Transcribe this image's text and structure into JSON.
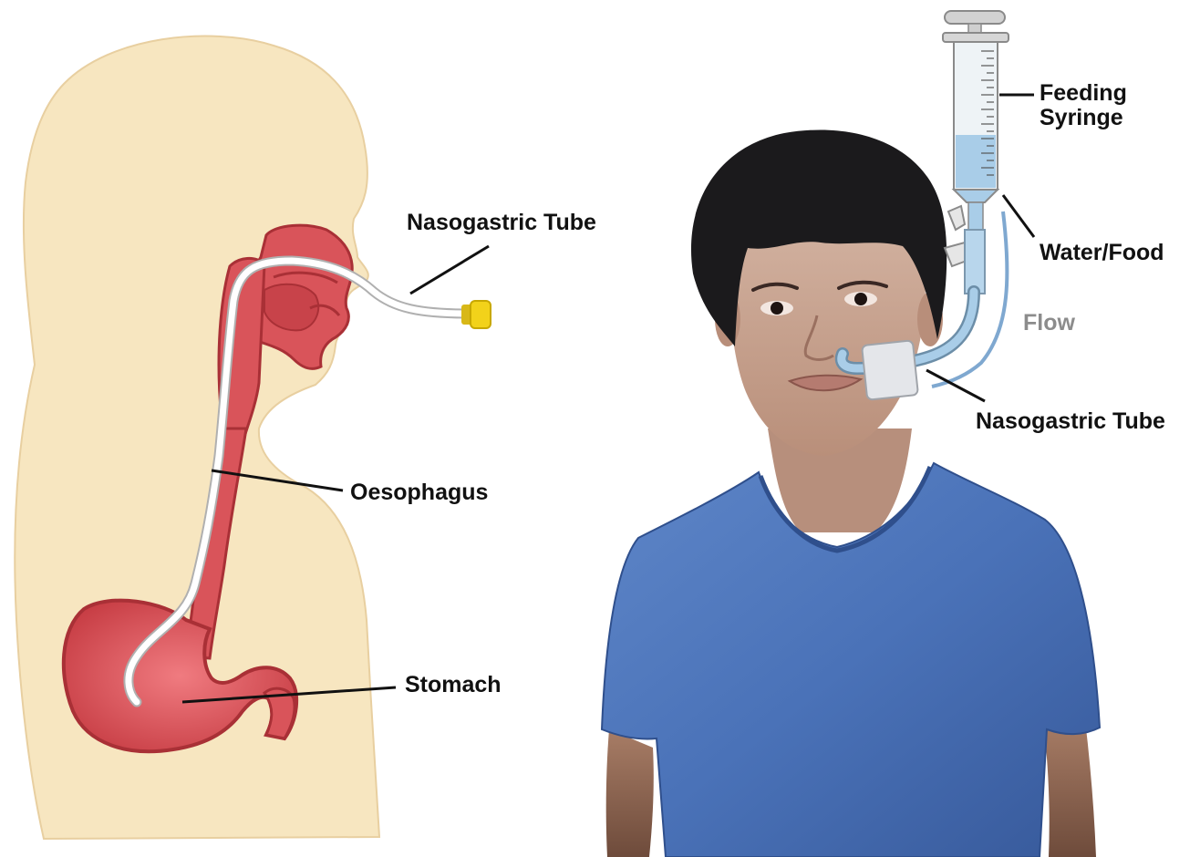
{
  "labels": {
    "left_nasogastric_tube": "Nasogastric Tube",
    "oesophagus": "Oesophagus",
    "stomach": "Stomach",
    "feeding_syringe_line1": "Feeding",
    "feeding_syringe_line2": "Syringe",
    "water_food": "Water/Food",
    "flow": "Flow",
    "right_nasogastric_tube": "Nasogastric Tube"
  },
  "colors": {
    "body_silhouette": "#f7e6c0",
    "anatomy_red": "#d9545a",
    "anatomy_dark_red": "#a93036",
    "tube_white": "#ffffff",
    "tube_connector": "#f2d21a",
    "shirt_blue": "#4a72b8",
    "skin": "#c9a795",
    "hair": "#1b1a1c",
    "syringe_fluid": "#a9cde8",
    "label_text": "#111111",
    "flow_text": "#8c8c8c"
  }
}
